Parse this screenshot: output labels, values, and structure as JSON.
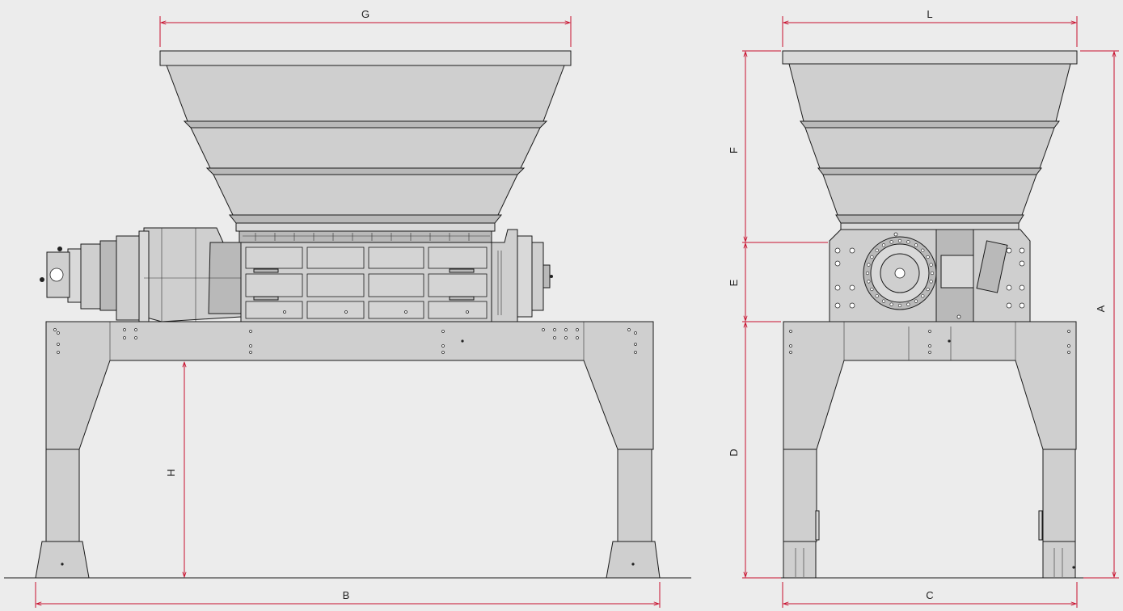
{
  "dimensions": {
    "G": "G",
    "L": "L",
    "A": "A",
    "F": "F",
    "E": "E",
    "D": "D",
    "H": "H",
    "B": "B",
    "C": "C"
  },
  "colors": {
    "background": "#ececec",
    "machine_fill": "#cfcfcf",
    "dimension_line": "#c8102e",
    "outline": "#1a1a1a"
  }
}
